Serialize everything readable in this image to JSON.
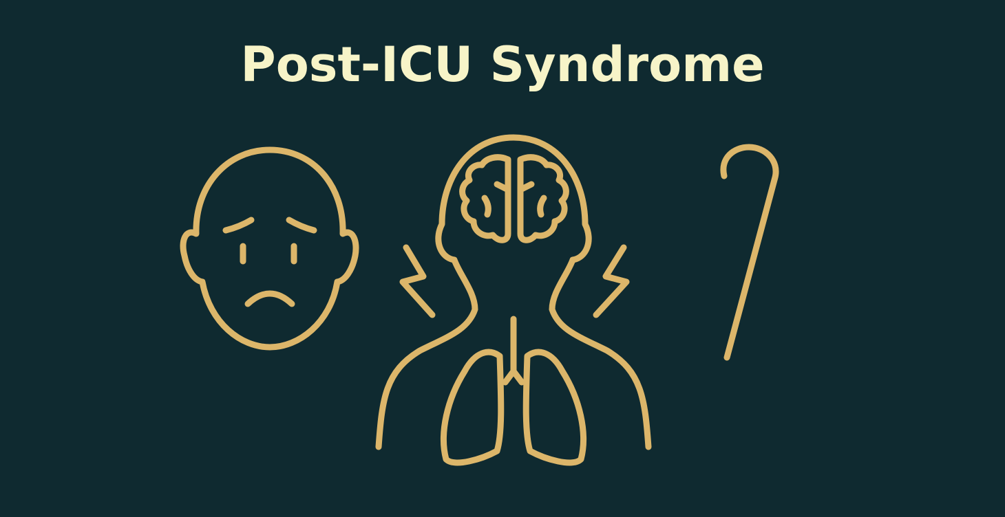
{
  "title": "Post-ICU Syndrome",
  "colors": {
    "background": "#0f2a30",
    "title": "#f7f4c8",
    "icon_stroke": "#dcb66a"
  },
  "icons": [
    {
      "name": "sad-face-icon",
      "meaning": "psychological / mental health impairment"
    },
    {
      "name": "brain-body-lungs-icon",
      "meaning": "cognitive and physical impairment"
    },
    {
      "name": "cane-icon",
      "meaning": "mobility / physical weakness"
    }
  ]
}
